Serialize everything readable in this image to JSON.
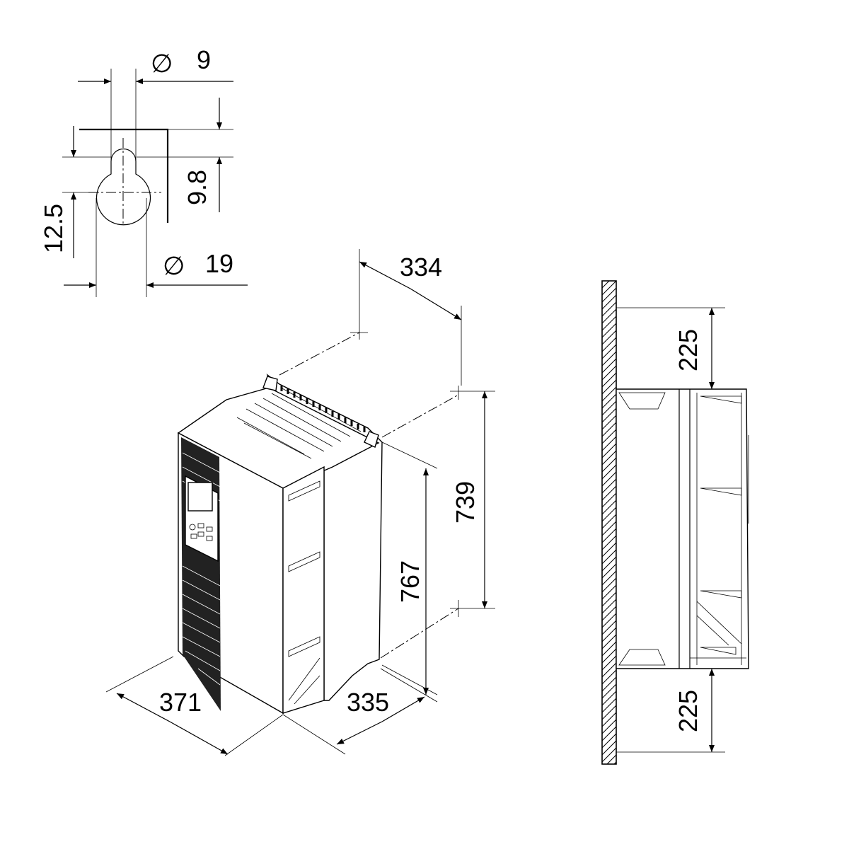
{
  "keyhole": {
    "hole_symbol": "∅",
    "hole_diameter": "9",
    "head_symbol": "∅",
    "head_diameter": "19",
    "slot_height": "9.8",
    "center_offset": "12.5"
  },
  "iso_view": {
    "depth_top": "334",
    "hole_spacing": "739",
    "height": "767",
    "width": "371",
    "depth_bottom": "335"
  },
  "side_view": {
    "clearance_top": "225",
    "clearance_bottom": "225"
  },
  "colors": {
    "line": "#000000",
    "background": "#ffffff",
    "grille": "#222222"
  }
}
